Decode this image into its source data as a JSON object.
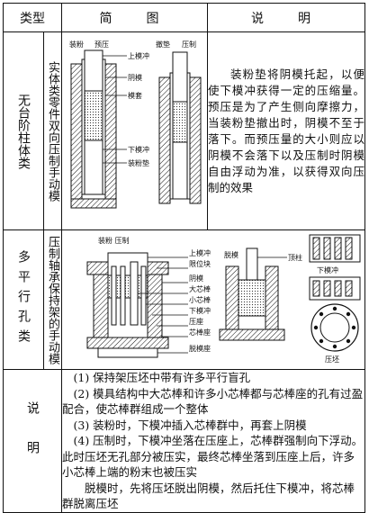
{
  "header": {
    "type": "类型",
    "figure": "简　图",
    "note": "说　明"
  },
  "row1": {
    "type": "无台阶柱体类",
    "subtype": "实体类零件双向压制手动模",
    "fig_labels": {
      "loading": "装粉",
      "prepress": "预压",
      "upper_punch": "上模冲",
      "die": "阴模",
      "die_sleeve": "模套",
      "lower_punch": "下模冲",
      "powder_pad": "装粉垫",
      "remove_pad": "撤垫",
      "pressing": "压制"
    },
    "description": "装粉垫将阴模托起，以便使下模冲获得一定的压缩量。预压是为了产生侧向摩擦力，当装粉垫撤出时，阴模不至于落下。而预压量的大小则应以阴模不会落下以及压制时阴模自由浮动为准，以获得双向压制的效果"
  },
  "row2": {
    "type": "多平行孔类",
    "subtype": "压制轴承保持架的手动模",
    "fig_labels": {
      "loading_pressing": "装粉 压制",
      "upper_punch": "上模冲",
      "stopper": "限位块",
      "die": "阴模",
      "big_core": "大芯棒",
      "small_core": "小芯棒",
      "lower_punch": "下模冲",
      "press_seat": "压座",
      "core_seat": "芯棒座",
      "remove_seat": "脱模座",
      "demold": "脱模",
      "ejector": "顶柱",
      "lower_punch2": "下模冲",
      "compact": "压坯"
    }
  },
  "notes": {
    "label": "说明",
    "items": [
      "(1) 保持架压坯中带有许多平行盲孔",
      "(2) 模具结构中大芯棒和许多小芯棒都与芯棒座的孔有过盈配合，使芯棒群组成一个整体",
      "(3) 装粉时，下模冲插入芯棒群中，再套上阴模",
      "(4) 压制时，下模冲坐落在压座上，芯棒群强制向下浮动。此时压坯无孔部分被压实，最终芯棒坐落到压座上后，许多小芯棒上端的粉末也被压实",
      "脱模时，先将压坯脱出阴模，然后托住下模冲，将芯棒群脱离压坯"
    ]
  }
}
